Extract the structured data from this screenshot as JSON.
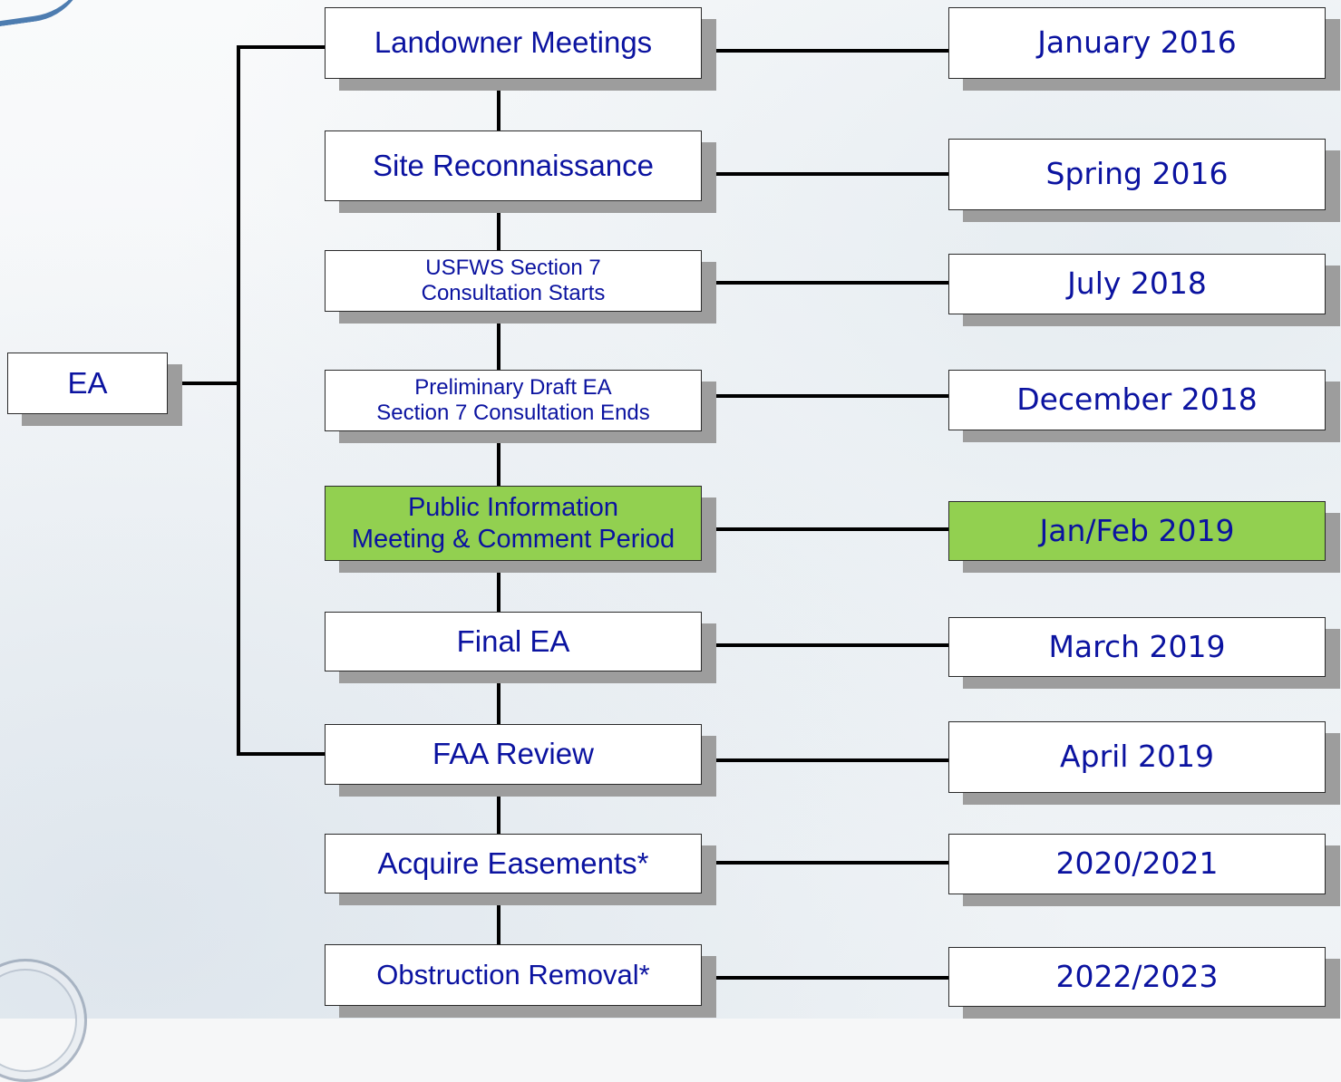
{
  "root": {
    "label": "EA"
  },
  "colors": {
    "text": "#0b13a0",
    "highlight": "#92d050",
    "line": "#000000",
    "shadow": "#9d9d9d"
  },
  "steps": [
    {
      "label_lines": [
        "Landowner Meetings"
      ],
      "date": "January 2016"
    },
    {
      "label_lines": [
        "Site Reconnaissance"
      ],
      "date": "Spring 2016"
    },
    {
      "label_lines": [
        "USFWS Section 7",
        "Consultation Starts"
      ],
      "date": "July 2018"
    },
    {
      "label_lines": [
        "Preliminary Draft EA",
        "Section 7 Consultation Ends"
      ],
      "date": "December 2018"
    },
    {
      "label_lines": [
        "Public Information",
        "Meeting & Comment Period"
      ],
      "date": "Jan/Feb 2019",
      "highlighted": true
    },
    {
      "label_lines": [
        "Final EA"
      ],
      "date": "March 2019"
    },
    {
      "label_lines": [
        "FAA Review"
      ],
      "date": "April 2019"
    },
    {
      "label_lines": [
        "Acquire Easements*"
      ],
      "date": "2020/2021"
    },
    {
      "label_lines": [
        "Obstruction Removal*"
      ],
      "date": "2022/2023"
    }
  ]
}
